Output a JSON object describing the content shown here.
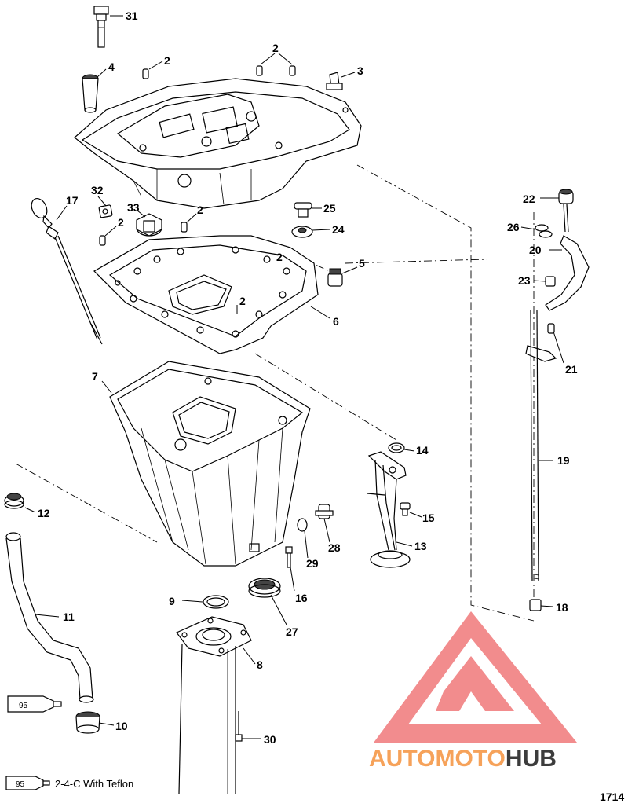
{
  "figure_number": "1714",
  "legend": {
    "tube_label": "95",
    "text": "2-4-C With Teflon"
  },
  "watermark": {
    "part1": "AUTO",
    "part2": "MOTO",
    "part3": "HUB",
    "color_a": "#f6a25a",
    "color_b": "#3c3c3c",
    "logo_color": "#f0787a"
  },
  "callouts": {
    "c31": "31",
    "c4": "4",
    "c2a": "2",
    "c2b": "2",
    "c3": "3",
    "c32": "32",
    "c17": "17",
    "c33": "33",
    "c2c": "2",
    "c2d": "2",
    "c25": "25",
    "c24": "24",
    "c2e": "2",
    "c5": "5",
    "c2f": "2",
    "c6": "6",
    "c7": "7",
    "c14": "14",
    "c15": "15",
    "c12": "12",
    "c13": "13",
    "c28": "28",
    "c29": "29",
    "c16": "16",
    "c11": "11",
    "c9": "9",
    "c27": "27",
    "c8": "8",
    "c10": "10",
    "c95": "95",
    "c30": "30",
    "c22": "22",
    "c26": "26",
    "c20": "20",
    "c23": "23",
    "c21": "21",
    "c19": "19",
    "c18": "18"
  }
}
